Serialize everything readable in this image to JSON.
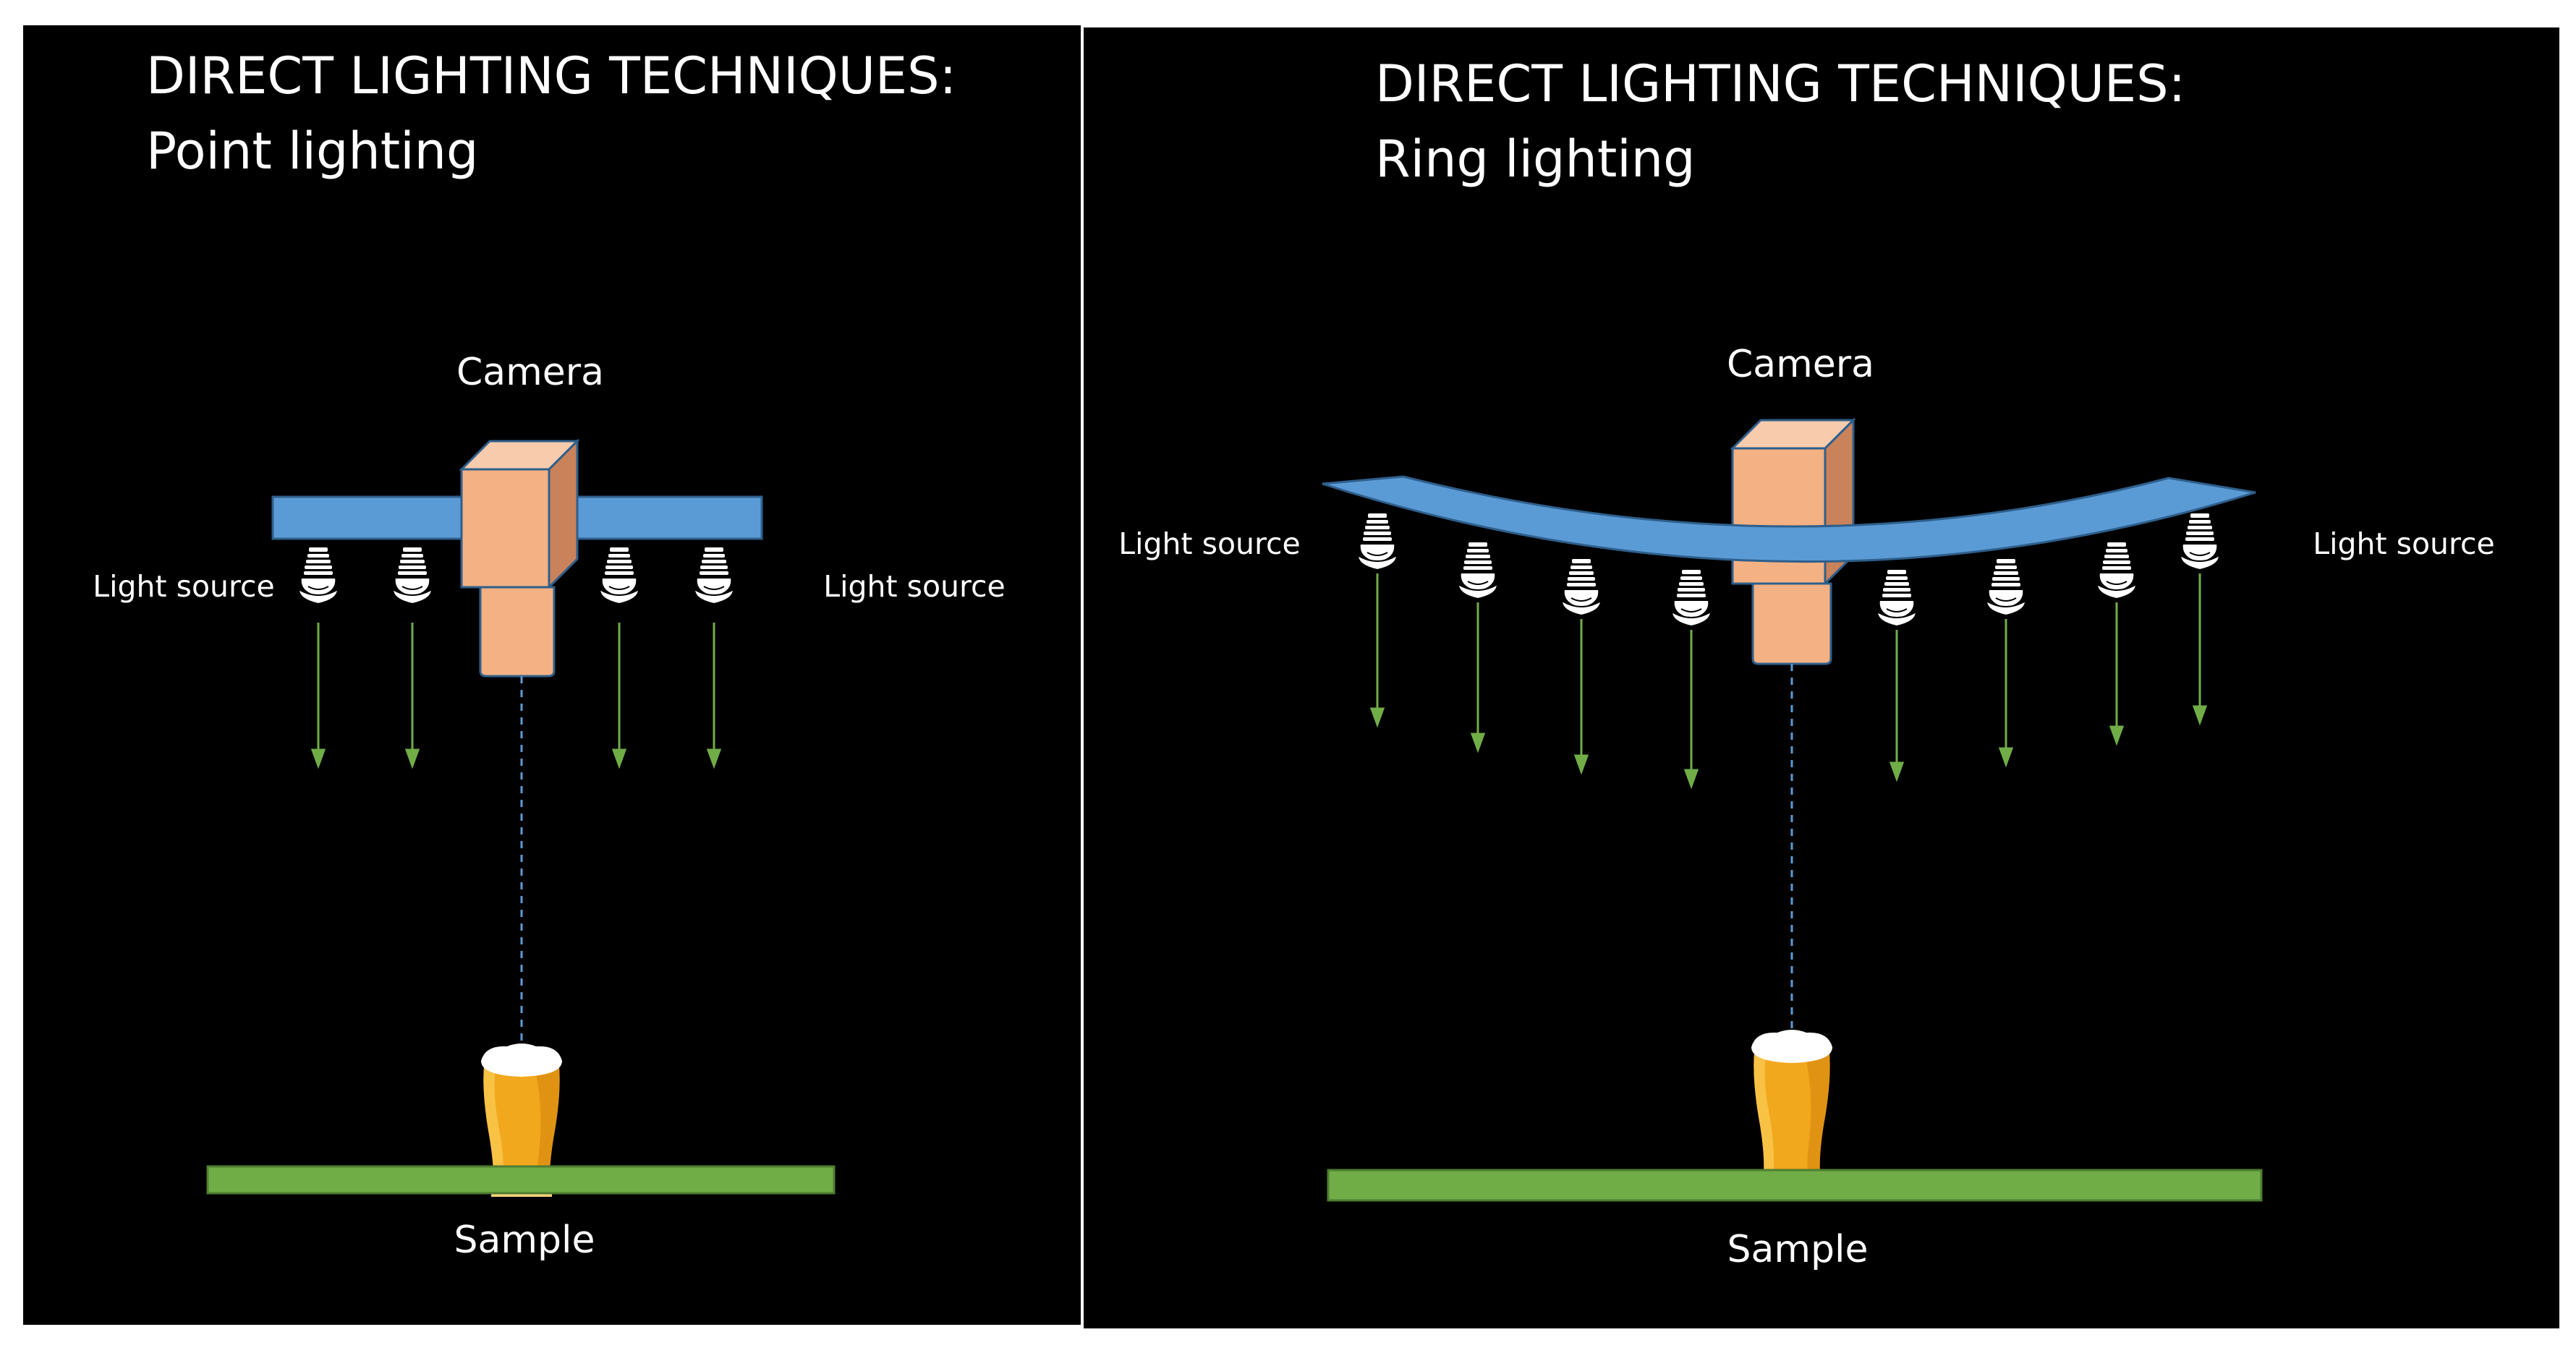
{
  "left_panel": {
    "title_line1": "DIRECT LIGHTING TECHNIQUES:",
    "title_line2": "Point lighting",
    "camera_label": "Camera",
    "light_label_left": "Light source",
    "light_label_right": "Light source",
    "sample_label": "Sample"
  },
  "right_panel": {
    "title_line1": "DIRECT LIGHTING TECHNIQUES:",
    "title_line2": "Ring lighting",
    "camera_label": "Camera",
    "light_label_left": "Light source",
    "light_label_right": "Light source",
    "sample_label": "Sample"
  },
  "colors": {
    "background": "#000000",
    "light_bar": "#5b9bd5",
    "camera": "#f4b183",
    "sample_base": "#70ad47",
    "arrow": "#70ad47",
    "beer": "#f2a81d"
  },
  "icons": {
    "light": "light-bulb-icon",
    "sample": "beer-glass-icon"
  }
}
